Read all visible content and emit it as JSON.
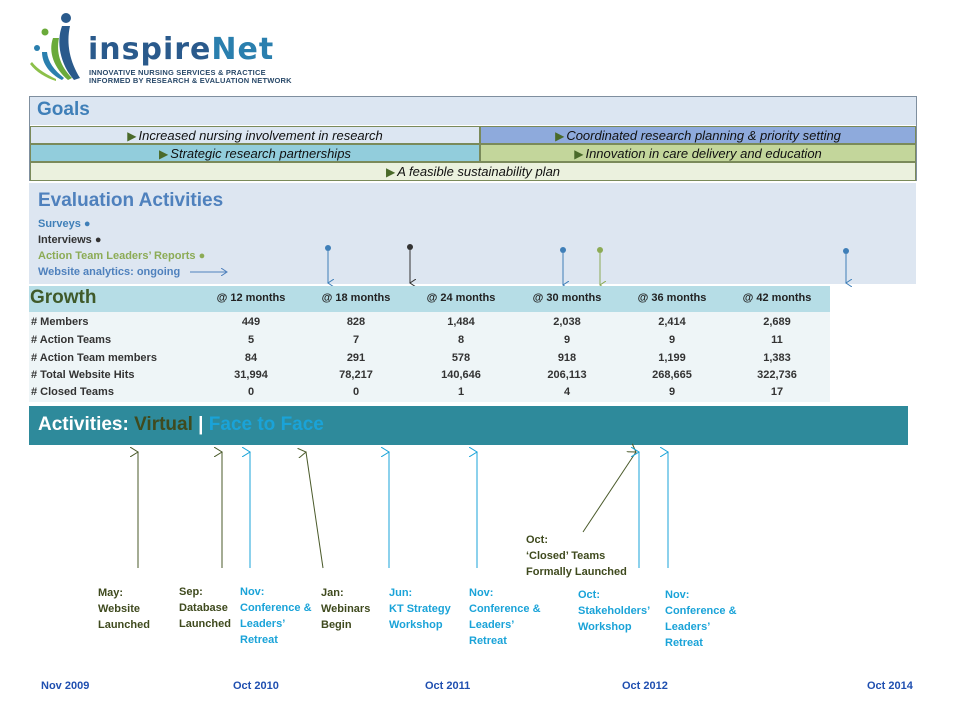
{
  "logo": {
    "name_part1": "inspire",
    "name_part2": "Net",
    "sub1": "INNOVATIVE NURSING SERVICES & PRACTICE",
    "sub2": "INFORMED BY RESEARCH & EVALUATION NETWORK"
  },
  "goals": {
    "title": "Goals",
    "items": [
      "Increased nursing involvement in research",
      "Coordinated research planning & priority setting",
      "Strategic research partnerships",
      "Innovation in care delivery and education",
      "A feasible sustainability plan"
    ],
    "colors": [
      "#dce6f2",
      "#8eaadc",
      "#92cddc",
      "#c3d69b",
      "#ebf1de"
    ]
  },
  "evaluation": {
    "title": "Evaluation Activities",
    "items": [
      {
        "label": "Surveys",
        "color": "#3f7fb8"
      },
      {
        "label": "Interviews",
        "color": "#333333"
      },
      {
        "label": "Action Team Leaders’ Reports",
        "color": "#8cab55"
      },
      {
        "label": "Website analytics:  ongoing",
        "color": "#4f81bd"
      }
    ]
  },
  "growth": {
    "title": "Growth",
    "columns": [
      "@ 12 months",
      "@ 18 months",
      "@ 24 months",
      "@ 30 months",
      "@ 36 months",
      "@ 42 months"
    ],
    "rows": [
      {
        "label": "# Members",
        "values": [
          "449",
          "828",
          "1,484",
          "2,038",
          "2,414",
          "2,689"
        ]
      },
      {
        "label": "# Action Teams",
        "values": [
          "5",
          "7",
          "8",
          "9",
          "9",
          "11"
        ]
      },
      {
        "label": "# Action Team members",
        "values": [
          "84",
          "291",
          "578",
          "918",
          "1,199",
          "1,383"
        ]
      },
      {
        "label": "# Total Website Hits",
        "values": [
          "31,994",
          "78,217",
          "140,646",
          "206,113",
          "268,665",
          "322,736"
        ]
      },
      {
        "label": "# Closed Teams",
        "values": [
          "0",
          "0",
          "1",
          "4",
          "9",
          "17"
        ]
      }
    ]
  },
  "activities": {
    "title": "Activities:",
    "virtual": "Virtual",
    "separator": "|",
    "face": "Face to Face",
    "events": [
      {
        "lines": [
          "May:",
          "Website",
          "Launched"
        ],
        "type": "virtual"
      },
      {
        "lines": [
          "Sep:",
          "Database",
          "Launched"
        ],
        "type": "virtual"
      },
      {
        "lines": [
          "Nov:",
          "Conference &",
          "Leaders’",
          "Retreat"
        ],
        "type": "face"
      },
      {
        "lines": [
          "Jan:",
          "Webinars",
          "Begin"
        ],
        "type": "virtual"
      },
      {
        "lines": [
          "Jun:",
          "KT Strategy",
          "Workshop"
        ],
        "type": "face"
      },
      {
        "lines": [
          "Nov:",
          "Conference &",
          "Leaders’",
          "Retreat"
        ],
        "type": "face"
      },
      {
        "lines": [
          "Oct:",
          "‘Closed’ Teams",
          "Formally Launched"
        ],
        "type": "virtual"
      },
      {
        "lines": [
          "Oct:",
          "Stakeholders’",
          "Workshop"
        ],
        "type": "face"
      },
      {
        "lines": [
          "Nov:",
          "Conference &",
          "Leaders’",
          "Retreat"
        ],
        "type": "face"
      }
    ]
  },
  "timeline": {
    "dates": [
      "Nov 2009",
      "Oct 2010",
      "Oct 2011",
      "Oct 2012",
      "Oct 2014"
    ]
  }
}
